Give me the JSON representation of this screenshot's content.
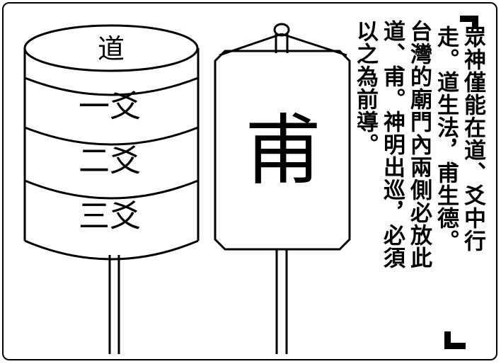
{
  "drum": {
    "top_label": "道",
    "bands": [
      "一爻",
      "二爻",
      "三爻"
    ]
  },
  "sign": {
    "character": "甫"
  },
  "text": {
    "columns": [
      "眾神僅能在道、爻中行",
      "走。道生法，甫生德。",
      "台灣的廟門內兩側必放此",
      "道、甫。神明出巡，必須",
      "以之為前導。"
    ]
  }
}
